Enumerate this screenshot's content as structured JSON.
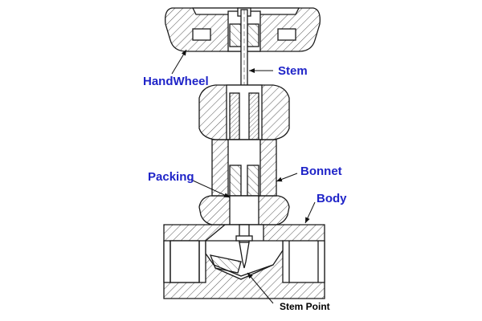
{
  "labels": {
    "handwheel": "HandWheel",
    "stem": "Stem",
    "packing": "Packing",
    "bonnet": "Bonnet",
    "body": "Body",
    "stem_point": "Stem Point"
  },
  "colors": {
    "label_blue": "#1f24c8",
    "label_black": "#000000",
    "line": "#1a1a1a",
    "hatch": "#555555",
    "background": "#ffffff"
  }
}
